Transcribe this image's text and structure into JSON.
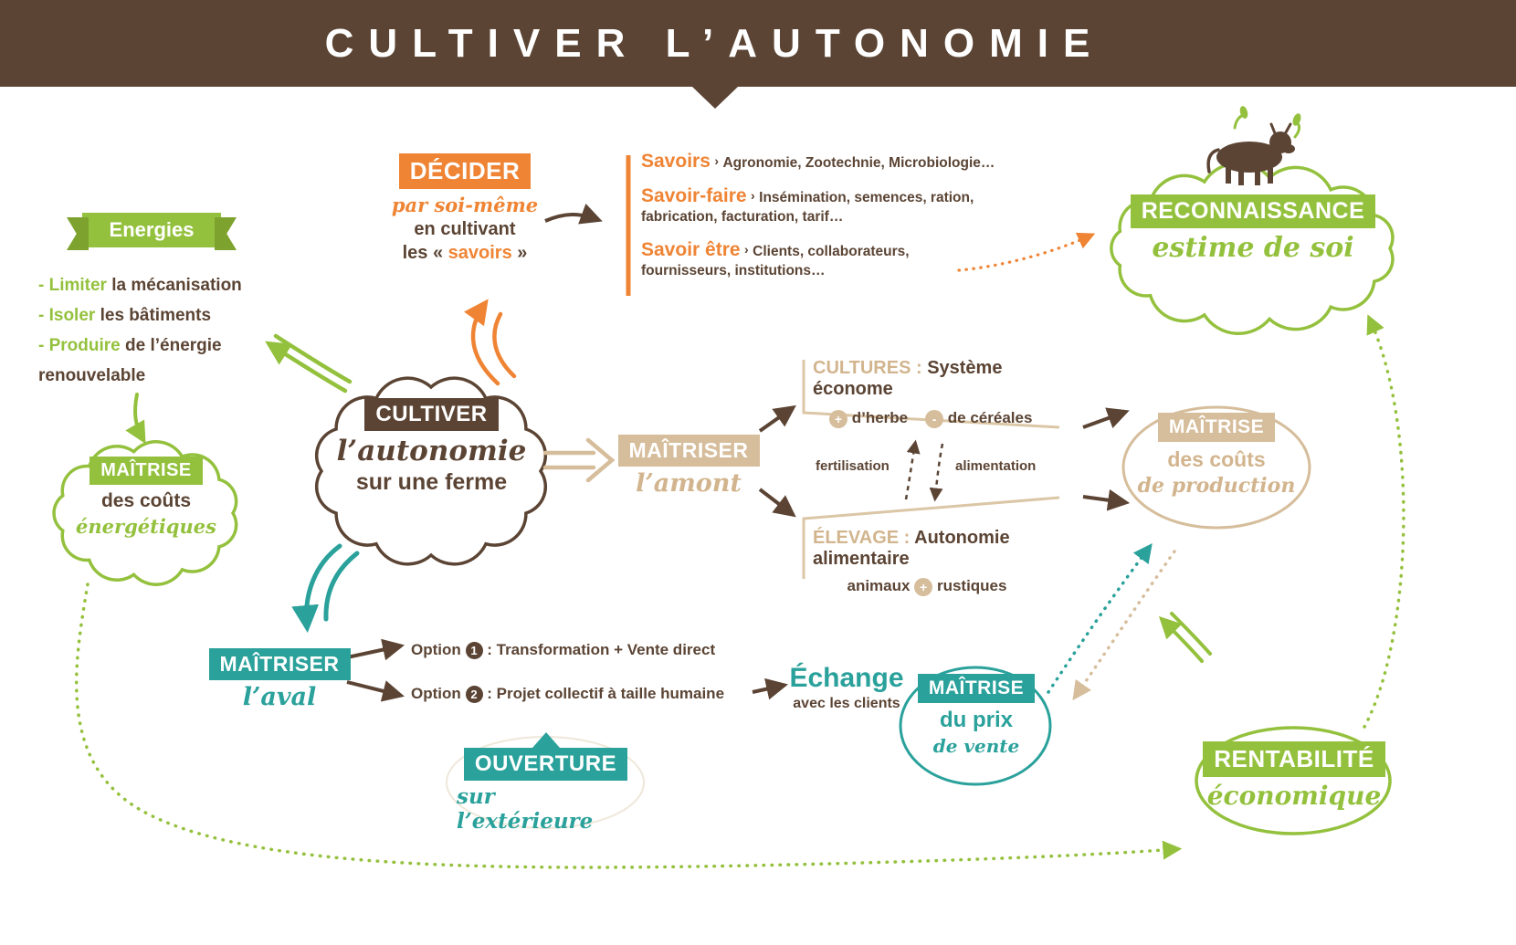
{
  "colors": {
    "brown": "#5b4434",
    "orange": "#ef8434",
    "green": "#94c13d",
    "teal": "#2aa19b",
    "tan": "#d6bd9b"
  },
  "header": {
    "title": "CULTIVER L’AUTONOMIE"
  },
  "energies": {
    "ribbon": "Energies",
    "items": [
      {
        "key": "- Limiter",
        "rest": "la mécanisation"
      },
      {
        "key": "- Isoler",
        "rest": "les bâtiments"
      },
      {
        "key": "- Produire",
        "rest": "de l’énergie renouvelable"
      }
    ]
  },
  "energy_cloud": {
    "box": "MAÎTRISE",
    "line": "des coûts",
    "script": "énergétiques"
  },
  "central_cloud": {
    "box": "CULTIVER",
    "script": "l’autonomie",
    "line": "sur une ferme"
  },
  "decider": {
    "box": "DÉCIDER",
    "script": "par soi-même",
    "line": "en cultivant",
    "quote_pre": "les «",
    "quote_word": "savoirs",
    "quote_post": "»"
  },
  "savoirs": {
    "items": [
      {
        "term": "Savoirs",
        "arrow": "›",
        "desc": "Agronomie, Zootechnie, Microbiologie…"
      },
      {
        "term": "Savoir-faire",
        "arrow": "›",
        "desc": "Insémination, semences, ration, fabrication, facturation, tarif…"
      },
      {
        "term": "Savoir être",
        "arrow": "›",
        "desc": "Clients, collaborateurs, fournisseurs, institutions…"
      }
    ]
  },
  "reconnaissance": {
    "box": "RECONNAISSANCE",
    "script": "estime de soi"
  },
  "amont": {
    "box": "MAÎTRISER",
    "script": "l’amont"
  },
  "cultures": {
    "label": "CULTURES :",
    "title": "Système économe",
    "plus": "+",
    "plus_text": "d’herbe",
    "minus": "-",
    "minus_text": "de céréales"
  },
  "flows": {
    "up": "fertilisation",
    "down": "alimentation"
  },
  "elevage": {
    "label": "ÉLEVAGE :",
    "title": "Autonomie alimentaire",
    "pre": "animaux",
    "plus": "+",
    "post": "rustiques"
  },
  "production": {
    "box": "MAÎTRISE",
    "line": "des coûts",
    "script": "de production"
  },
  "aval": {
    "box": "MAÎTRISER",
    "script": "l’aval"
  },
  "options": [
    {
      "label": "Option",
      "num": "1",
      "desc": ": Transformation + Vente direct"
    },
    {
      "label": "Option",
      "num": "2",
      "desc": ": Projet collectif à taille humaine"
    }
  ],
  "echange": {
    "title": "Échange",
    "subtitle": "avec les clients"
  },
  "prix": {
    "box": "MAÎTRISE",
    "line": "du prix",
    "script": "de vente"
  },
  "ouverture": {
    "box": "OUVERTURE",
    "script": "sur l’extérieure"
  },
  "rentabilite": {
    "box": "RENTABILITÉ",
    "script": "économique"
  }
}
